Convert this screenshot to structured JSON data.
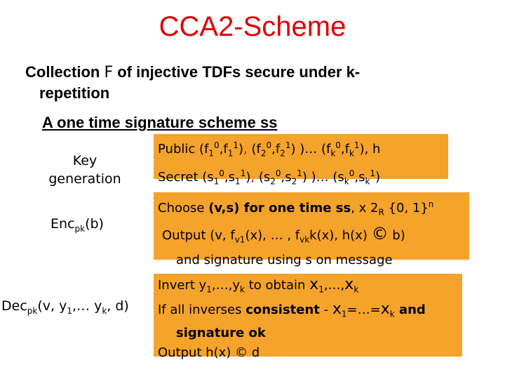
{
  "title": "CCA2-Scheme",
  "bullets": {
    "line1a": "Collection ",
    "line1F": "F",
    "line1b": " of injective TDFs secure under k-",
    "line2": "repetition",
    "line3a": "A one time signature scheme ",
    "line3ss": "ss"
  },
  "labels": {
    "keygen_line1": "Key",
    "keygen_line2": "generation",
    "enc_pre": "Enc",
    "enc_sub": "pk",
    "enc_post": "(b)",
    "dec_pre": "Dec",
    "dec_sub": "pk",
    "dec_post": "(v, y",
    "dec_sub1": "1",
    "dec_mid": ",… y",
    "dec_subk": "k",
    "dec_end": ", d)"
  },
  "keygen_box": {
    "public_prefix": "Public (f",
    "secret_prefix": "Secret (s"
  },
  "enc_box": {
    "choose_a": "Choose ",
    "choose_vs": "(v,s)",
    "choose_b": " for one time ",
    "choose_ss": "ss",
    "choose_c": ", x ",
    "choose_d": "2",
    "choose_R": "R",
    "choose_e": " {0, 1}",
    "choose_n": "n",
    "output_a": "Output (v, f",
    "output_v1": "v1",
    "output_b": "(x), … , f",
    "output_vk": "vk",
    "output_c": "k(x), h(x) ",
    "output_xor": "©",
    "output_d": " b)",
    "sig_line": "and signature using s on message"
  },
  "dec_box": {
    "invert_a": "Invert y",
    "invert_b": ",…,y",
    "invert_c": " to obtain ",
    "invert_x": "x",
    "invert_d": ",…,",
    "invert_xk": "x",
    "line2_a": "If all inverses ",
    "line2_bold": "consistent",
    "line2_b": " - ",
    "line2_x1": "x",
    "line2_c": "=…=",
    "line2_xk": "x",
    "line2_and": " and",
    "line3": "signature ok",
    "line4": "Output h(x) © d"
  },
  "colors": {
    "title": "#e00000",
    "box": "#f5a32a",
    "accent_red": "#e00000"
  }
}
